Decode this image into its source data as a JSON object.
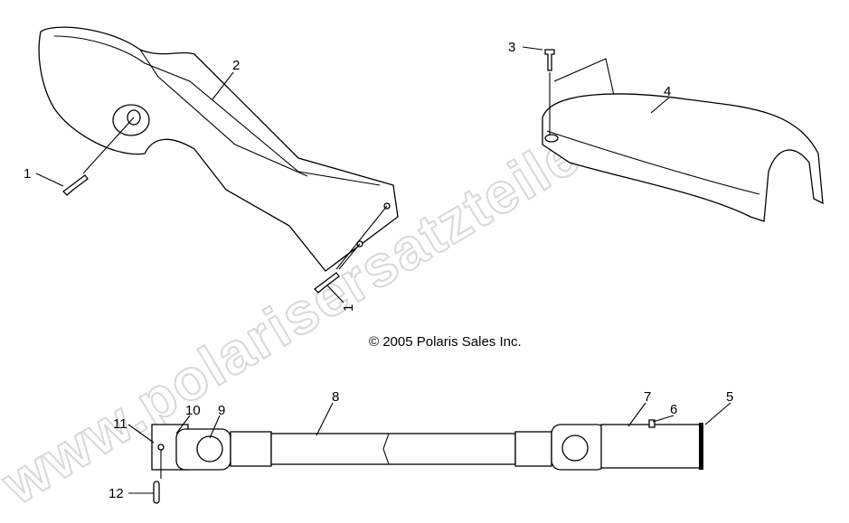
{
  "copyright": "© 2005 Polaris Sales Inc.",
  "watermark": "www.polarisersatzteile.de",
  "callouts": [
    "1",
    "2",
    "1",
    "3",
    "4",
    "11",
    "10",
    "9",
    "8",
    "7",
    "6",
    "5",
    "12"
  ]
}
